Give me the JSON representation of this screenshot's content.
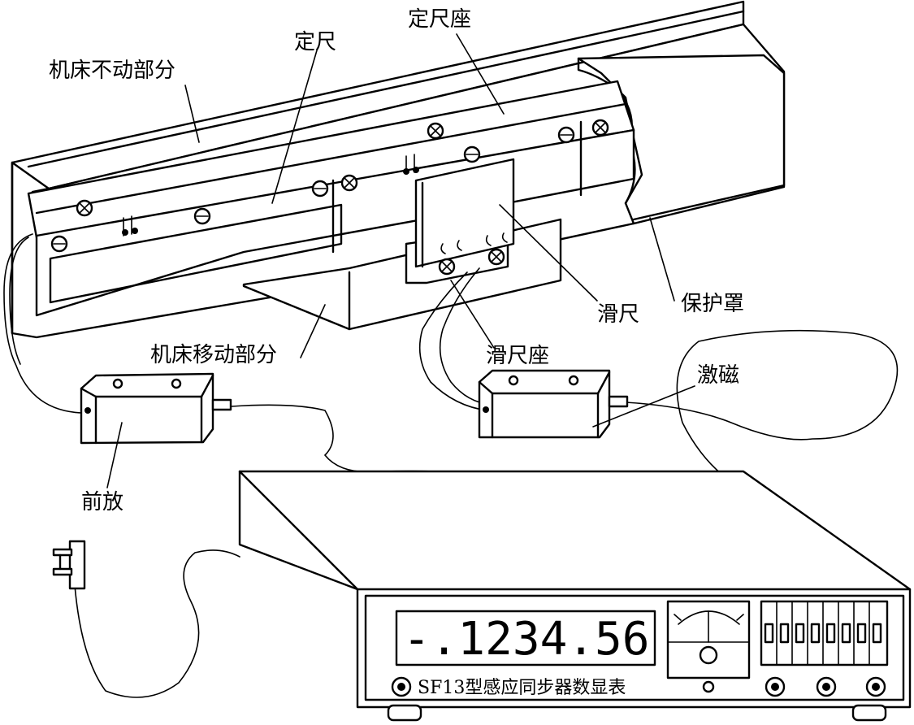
{
  "labels": {
    "fixed_part": "机床不动部分",
    "fixed_scale": "定尺",
    "fixed_scale_seat": "定尺座",
    "slider": "滑尺",
    "cover": "保护罩",
    "moving_part": "机床移动部分",
    "slider_seat": "滑尺座",
    "excitation": "激磁",
    "preamp": "前放"
  },
  "instrument": {
    "display_value": "-.1234.56",
    "nameplate": "SF13型感应同步器数显表"
  }
}
